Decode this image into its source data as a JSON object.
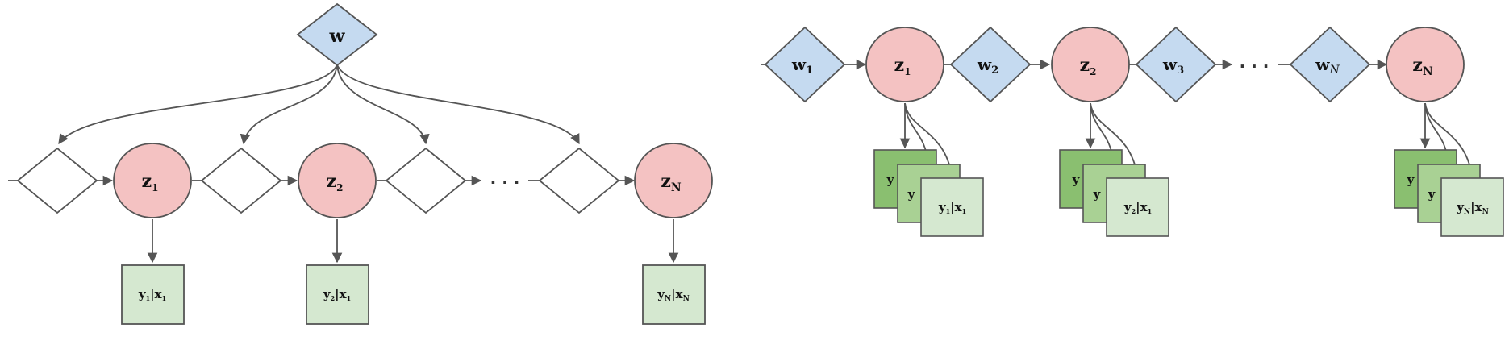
{
  "colors": {
    "stroke": "#555555",
    "diamond_blue": "#c5daf0",
    "diamond_empty": "#ffffff",
    "circle_pink": "#f4c2c2",
    "box_light": "#d5e8d0",
    "box_mid": "#a9d194",
    "box_dark": "#8abf70"
  },
  "ellipsis": ". . .",
  "left": {
    "global": {
      "base": "w"
    },
    "latents": [
      {
        "base": "z",
        "sub": "1"
      },
      {
        "base": "z",
        "sub": "2"
      },
      {
        "base": "z",
        "sub": "N"
      }
    ],
    "obs": [
      {
        "y": "y",
        "ysub": "1",
        "x": "x",
        "xsub": "1"
      },
      {
        "y": "y",
        "ysub": "2",
        "x": "x",
        "xsub": "1"
      },
      {
        "y": "y",
        "ysub": "N",
        "x": "x",
        "xsub": "N"
      }
    ]
  },
  "right": {
    "weights": [
      {
        "base": "w",
        "sub": "1"
      },
      {
        "base": "w",
        "sub": "2"
      },
      {
        "base": "w",
        "sub": "3"
      },
      {
        "base": "w",
        "sub": "N"
      }
    ],
    "latents": [
      {
        "base": "z",
        "sub": "1"
      },
      {
        "base": "z",
        "sub": "2"
      },
      {
        "base": "z",
        "sub": "N"
      }
    ],
    "stacks": [
      {
        "back": "y",
        "mid": "y",
        "y": "y",
        "ysub": "1",
        "x": "x",
        "xsub": "1"
      },
      {
        "back": "y",
        "mid": "y",
        "y": "y",
        "ysub": "2",
        "x": "x",
        "xsub": "1"
      },
      {
        "back": "y",
        "mid": "y",
        "y": "y",
        "ysub": "N",
        "x": "x",
        "xsub": "N"
      }
    ]
  }
}
